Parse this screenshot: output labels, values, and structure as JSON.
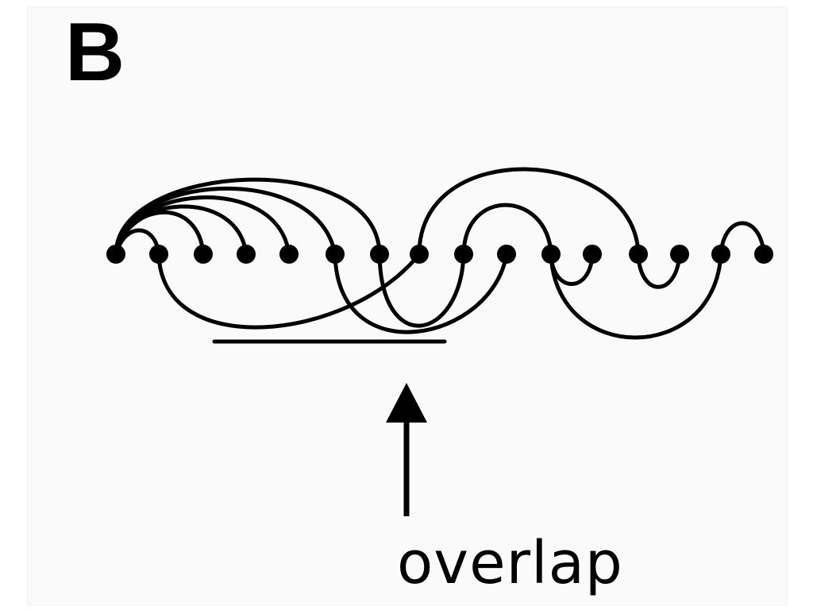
{
  "panel": {
    "label": "B"
  },
  "annotation": {
    "text": "overlap"
  },
  "diagram": {
    "node_count": 16,
    "colors": {
      "ink": "#000000",
      "background": "#fafafa"
    }
  }
}
